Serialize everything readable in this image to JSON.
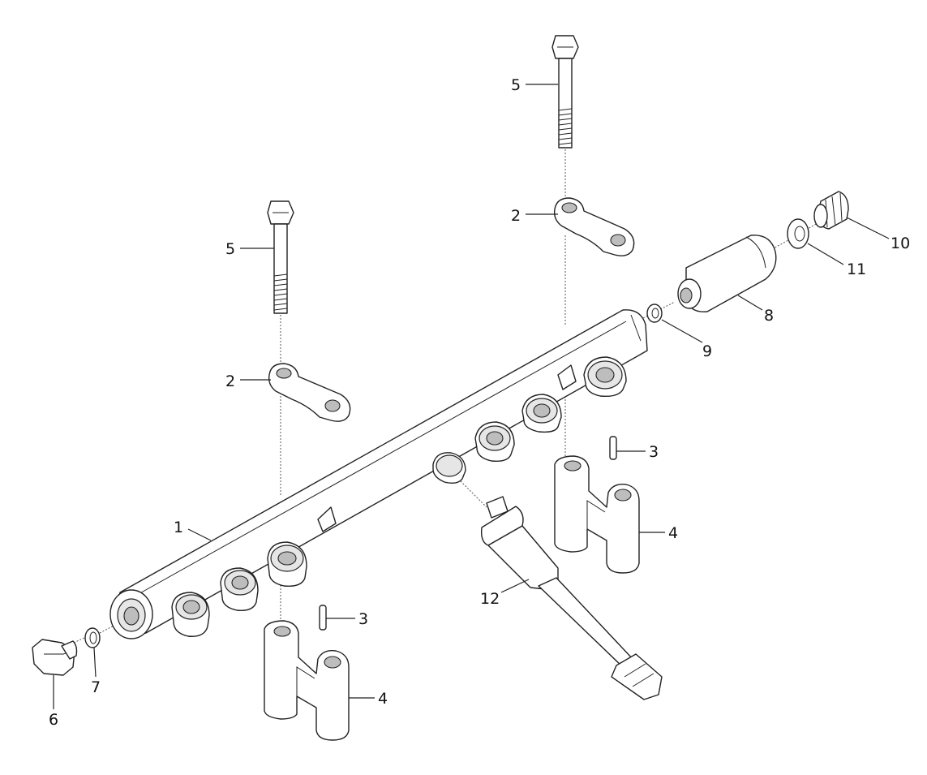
{
  "callouts": {
    "c1": "1",
    "c2a": "2",
    "c2b": "2",
    "c3a": "3",
    "c3b": "3",
    "c4a": "4",
    "c4b": "4",
    "c5a": "5",
    "c5b": "5",
    "c6": "6",
    "c7": "7",
    "c8": "8",
    "c9": "9",
    "c10": "10",
    "c11": "11",
    "c12": "12"
  }
}
